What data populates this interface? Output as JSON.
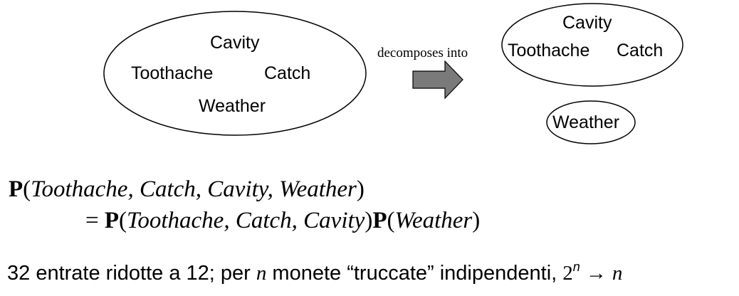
{
  "diagram": {
    "left_group": {
      "nodes": [
        "Cavity",
        "Toothache",
        "Catch",
        "Weather"
      ]
    },
    "arrow_label": "decomposes into",
    "right_group_top": {
      "nodes": [
        "Cavity",
        "Toothache",
        "Catch"
      ]
    },
    "right_group_bottom": {
      "nodes": [
        "Weather"
      ]
    }
  },
  "formula": {
    "line1": {
      "op": "P",
      "args": "Toothache, Catch, Cavity, Weather"
    },
    "line2": {
      "eq": "=",
      "op1": "P",
      "args1": "Toothache, Catch, Cavity",
      "op2": "P",
      "args2": "Weather"
    }
  },
  "note": {
    "prefix": "32 entrate ridotte a 12; per",
    "var": "n",
    "middle": "monete “truccate” indipendenti,",
    "base": "2",
    "exponent": "n",
    "arrow": "→",
    "result": "n"
  }
}
